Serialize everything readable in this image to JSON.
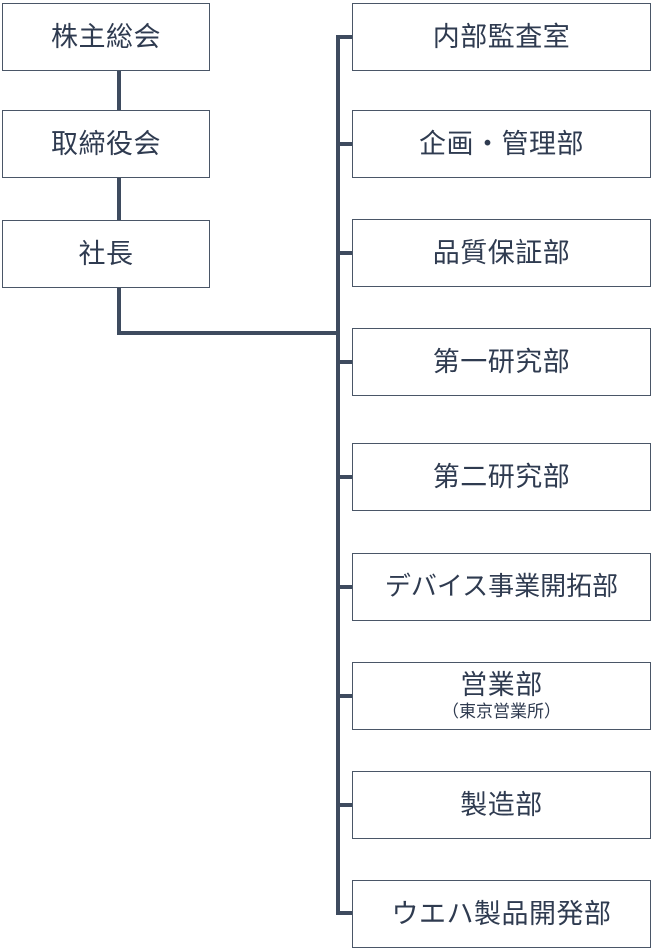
{
  "chart": {
    "top_chain": [
      {
        "id": "shareholders",
        "label": "株主総会"
      },
      {
        "id": "board",
        "label": "取締役会"
      },
      {
        "id": "president",
        "label": "社長"
      }
    ],
    "departments": [
      {
        "label": "内部監査室"
      },
      {
        "label": "企画・管理部"
      },
      {
        "label": "品質保証部"
      },
      {
        "label": "第一研究部"
      },
      {
        "label": "第二研究部"
      },
      {
        "label": "デバイス事業開拓部"
      },
      {
        "label": "営業部",
        "sublabel": "（東京営業所）"
      },
      {
        "label": "製造部"
      },
      {
        "label": "ウエハ製品開発部"
      }
    ]
  },
  "colors": {
    "line": "#3e4b5f",
    "border": "#4a5667",
    "text": "#2f3b50"
  }
}
